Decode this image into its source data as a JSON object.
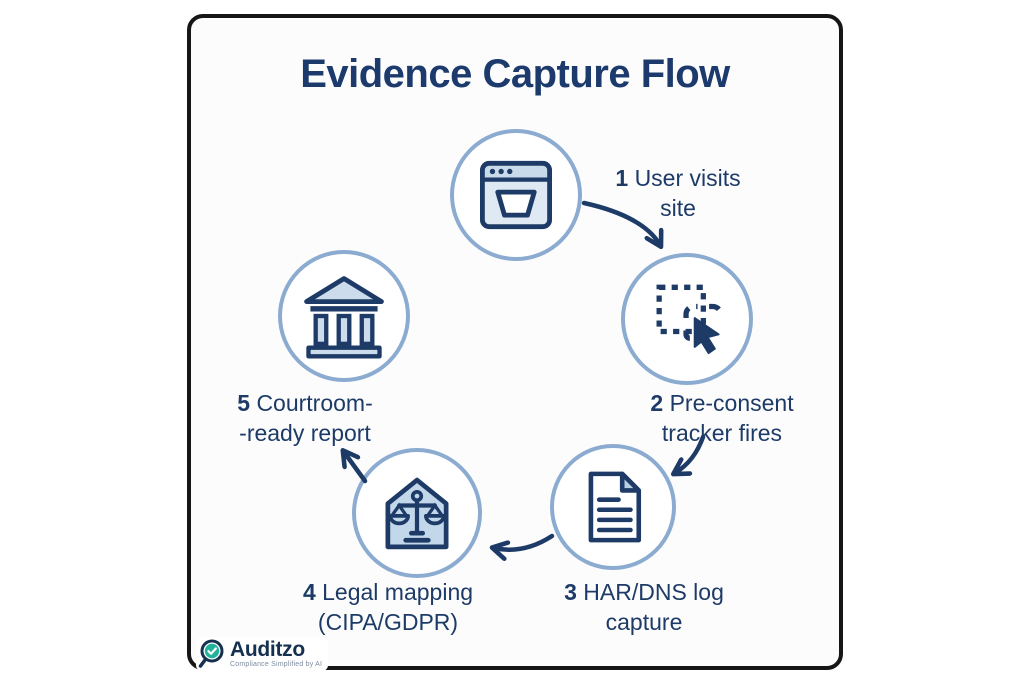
{
  "title": "Evidence Capture Flow",
  "colors": {
    "navy_ink": "#1d3b66",
    "title_navy": "#1c3b6c",
    "circle_stroke": "#8cabd0",
    "icon_fill_light": "#ccdcec",
    "icon_fill_lighter": "#dfe9f3",
    "panel_border": "#161616",
    "panel_background": "#fcfcfd",
    "logo_accent_teal": "#23b39c"
  },
  "steps": [
    {
      "number": "1",
      "line1": "User visits",
      "line2": "site",
      "icon": "browser-window-icon"
    },
    {
      "number": "2",
      "line1": "Pre-consent",
      "line2": "tracker fires",
      "icon": "tracker-selection-cursor-icon"
    },
    {
      "number": "3",
      "line1": "HAR/DNS log",
      "line2": "capture",
      "icon": "log-document-icon"
    },
    {
      "number": "4",
      "line1": "Legal mapping",
      "line2": "(CIPA/GDPR)",
      "icon": "legal-scales-house-icon"
    },
    {
      "number": "5",
      "line1": "Courtroom-",
      "line2": "-ready report",
      "icon": "courthouse-columns-icon"
    }
  ],
  "arrows": [
    {
      "name": "arrow-step1-to-step2"
    },
    {
      "name": "arrow-step2-to-step3"
    },
    {
      "name": "arrow-step3-to-step4"
    },
    {
      "name": "arrow-step4-to-step5"
    }
  ],
  "logo": {
    "name": "Auditzo",
    "tagline": "Compliance Simplified by AI"
  }
}
